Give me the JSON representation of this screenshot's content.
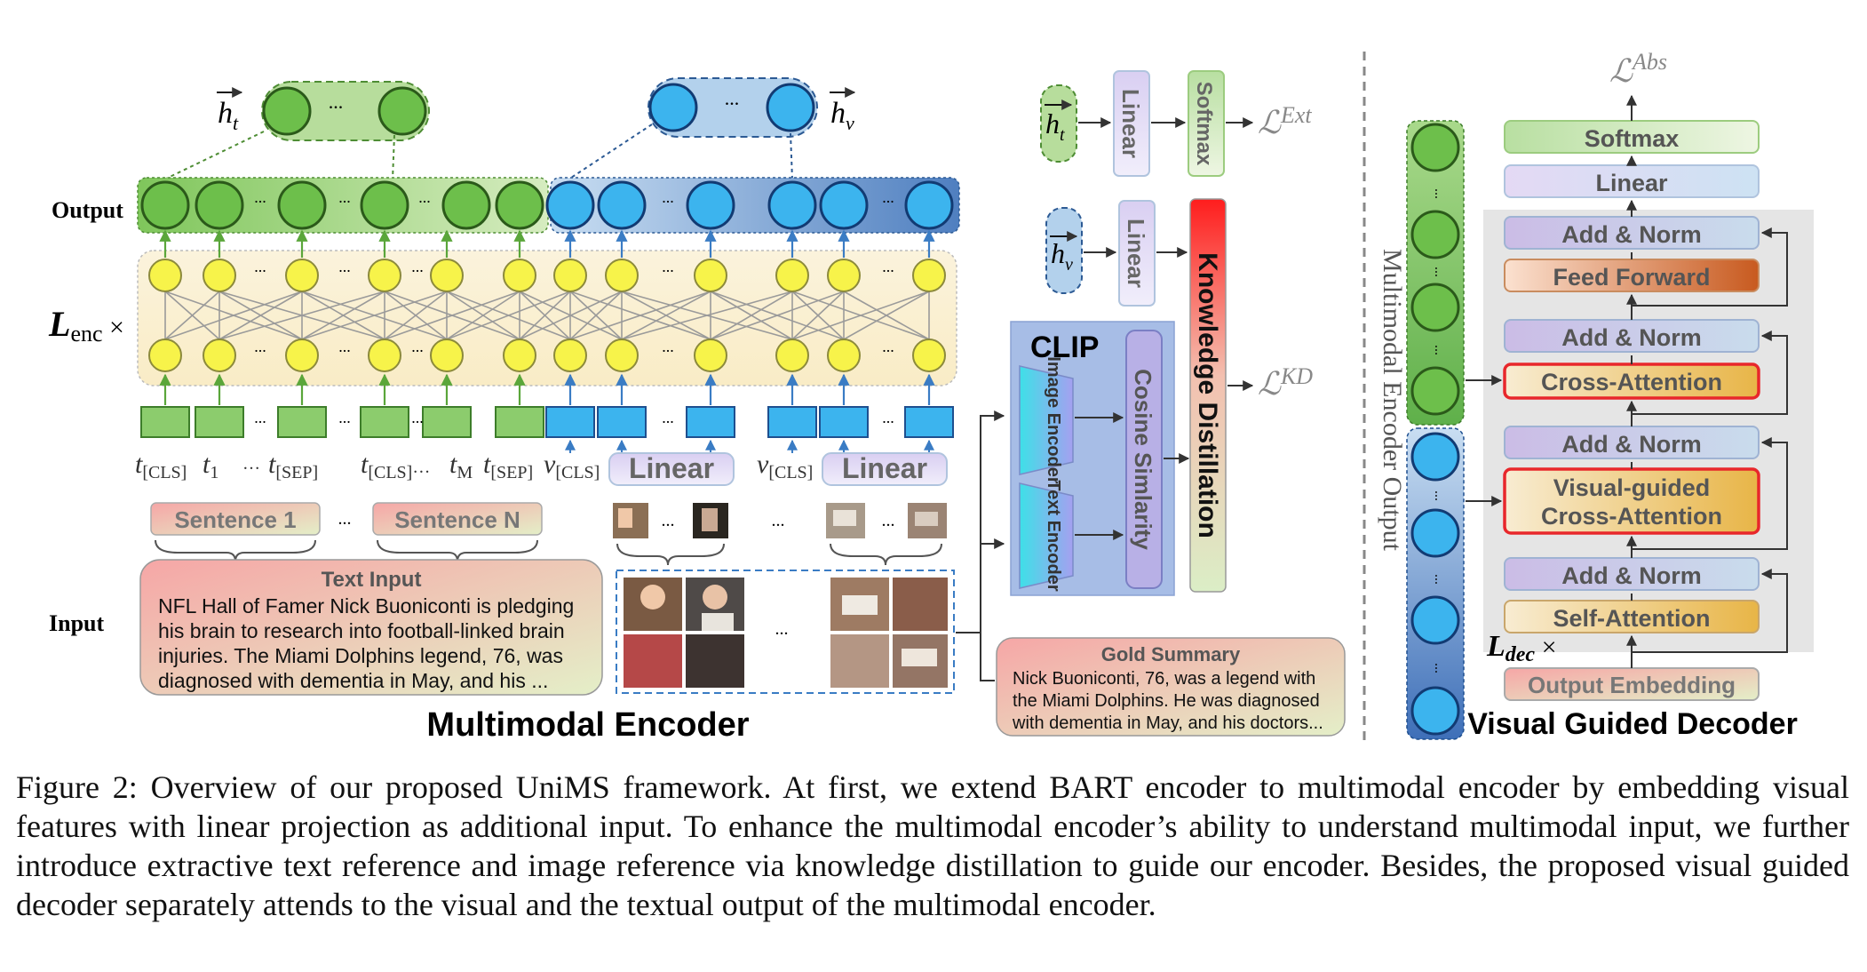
{
  "encoder": {
    "title": "Multimodal Encoder",
    "output_label": "Output",
    "input_label": "Input",
    "layers_label": "Lenc ×",
    "ht_label": "h_t",
    "hv_label": "h_v",
    "dots": "...",
    "tokens_left": [
      "t[CLS]",
      "t1",
      "…",
      "t[SEP]",
      "t[CLS]…",
      "tM",
      "t[SEP]"
    ],
    "tokens_vis": [
      "v[CLS]",
      "v[CLS]"
    ],
    "linear_label": "Linear",
    "sentence1": "Sentence 1",
    "sentenceN": "Sentence N",
    "text_input_title": "Text Input",
    "text_input_lines": [
      "NFL Hall of Famer Nick Buoniconti is pledging",
      "his brain to research into football-linked brain",
      "injuries. The Miami Dolphins legend, 76, was",
      "diagnosed with dementia in May, and his ..."
    ]
  },
  "middle": {
    "linear_label": "Linear",
    "softmax_label": "Softmax",
    "loss_ext": "ℒExt",
    "loss_kd": "ℒKD",
    "kd_label": "Knowledge Distillation",
    "clip_label": "CLIP",
    "image_encoder": "Image Encoder",
    "text_encoder": "Text Encoder",
    "cosine": "Cosine Simlarity",
    "gold_title": "Gold Summary",
    "gold_lines": [
      "Nick Buoniconti, 76, was a legend with",
      "the Miami Dolphins. He was diagnosed",
      "with dementia in May, and his doctors..."
    ]
  },
  "decoder": {
    "title": "Visual Guided Decoder",
    "enc_output_label": "Multimodal Encoder Output",
    "loss_abs": "ℒAbs",
    "layers_label": "Ldec ×",
    "blocks": {
      "softmax": "Softmax",
      "linear": "Linear",
      "addnorm": "Add & Norm",
      "feedforward": "Feed Forward",
      "cross_attention": "Cross-Attention",
      "visual_guided_1": "Visual-guided",
      "visual_guided_2": "Cross-Attention",
      "self_attention": "Self-Attention",
      "output_embedding": "Output Embedding"
    }
  },
  "caption": "Figure 2: Overview of our proposed UniMS framework. At first, we extend BART encoder to multimodal encoder by embedding visual features with linear projection as additional input. To enhance the multimodal encoder’s ability to understand multimodal input, we further introduce extractive text reference and image reference via knowledge distillation to guide our encoder. Besides, the proposed visual guided decoder separately attends to the visual and the textual output of the multimodal encoder.",
  "colors": {
    "green_node": "#6dbf4b",
    "blue_node": "#3cb4ee",
    "yellow_node": "#f7f34a",
    "accent_red": "#e8272b"
  }
}
